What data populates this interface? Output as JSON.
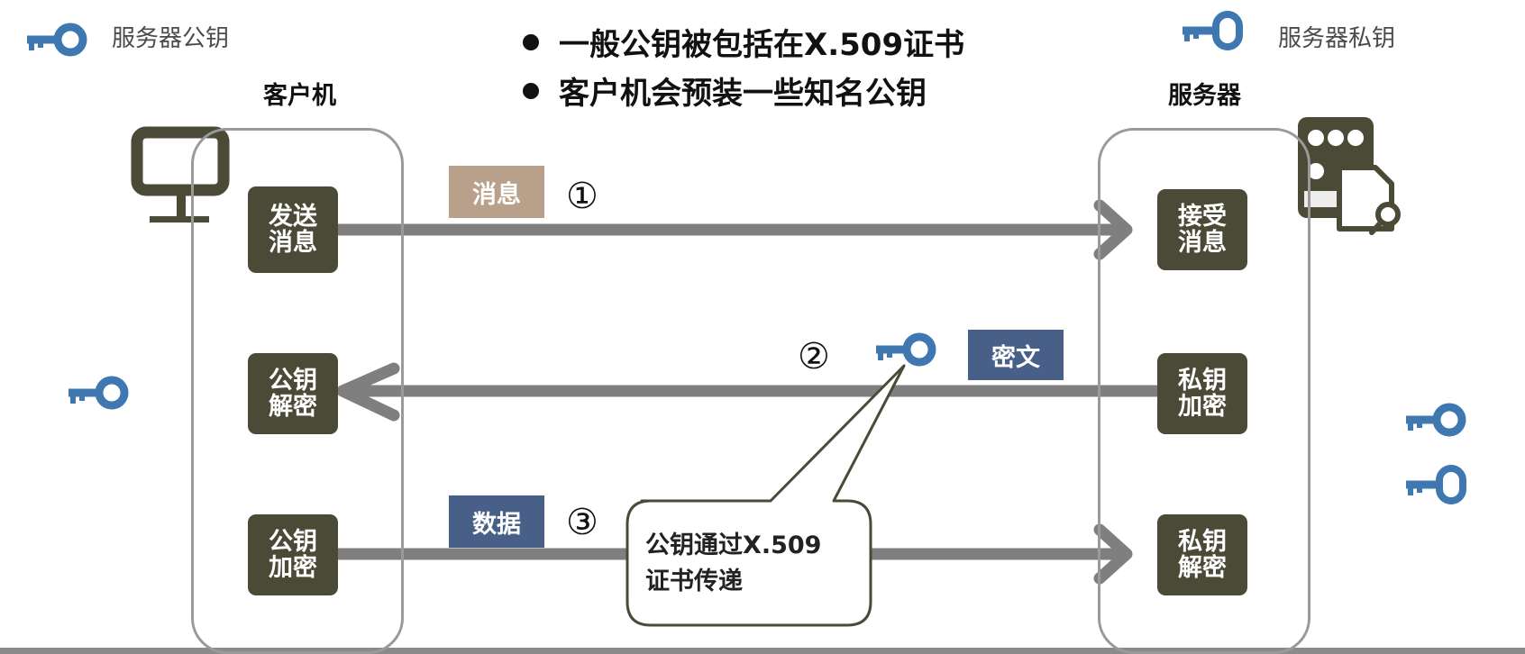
{
  "legend": {
    "public_key_label": "服务器公钥",
    "private_key_label": "服务器私钥",
    "public_key_icon": "public-key-icon",
    "private_key_icon": "private-key-icon",
    "key_color": "#3f78b1"
  },
  "bullets": [
    "一般公钥被包括在X.509证书",
    "客户机会预装一些知名公钥"
  ],
  "client": {
    "label": "客户机",
    "icon": "monitor-icon"
  },
  "server": {
    "label": "服务器",
    "icon": "server-document-icon"
  },
  "nodes": {
    "send_message": "发送消息",
    "pubkey_decrypt": "公钥解密",
    "pubkey_encrypt": "公钥加密",
    "receive_message": "接受消息",
    "privkey_encrypt": "私钥加密",
    "privkey_decrypt": "私钥解密"
  },
  "tags": {
    "message": {
      "text": "消息",
      "color": "#b8a08a"
    },
    "ciphertext": {
      "text": "密文",
      "color": "#486088"
    },
    "data": {
      "text": "数据",
      "color": "#486088"
    }
  },
  "steps": [
    "①",
    "②",
    "③"
  ],
  "callout": "公钥通过X.509\n证书传递",
  "colors": {
    "node": "#4b4a37",
    "arrow": "#7f7f7f",
    "panel_border": "#9a9a9a"
  }
}
